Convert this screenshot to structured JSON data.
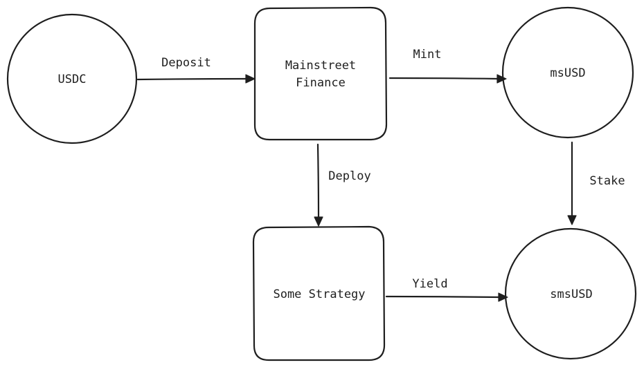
{
  "diagram": {
    "nodes": {
      "usdc": {
        "label": "USDC",
        "shape": "circle"
      },
      "mainstreet": {
        "label_line1": "Mainstreet",
        "label_line2": "Finance",
        "shape": "rounded-rect"
      },
      "msusd": {
        "label": "msUSD",
        "shape": "circle"
      },
      "strategy": {
        "label": "Some Strategy",
        "shape": "rounded-rect"
      },
      "smsusd": {
        "label": "smsUSD",
        "shape": "circle"
      }
    },
    "edges": {
      "deposit": {
        "label": "Deposit",
        "from": "USDC",
        "to": "Mainstreet Finance"
      },
      "mint": {
        "label": "Mint",
        "from": "Mainstreet Finance",
        "to": "msUSD"
      },
      "deploy": {
        "label": "Deploy",
        "from": "Mainstreet Finance",
        "to": "Some Strategy"
      },
      "stake": {
        "label": "Stake",
        "from": "msUSD",
        "to": "smsUSD"
      },
      "yield": {
        "label": "Yield",
        "from": "Some Strategy",
        "to": "smsUSD"
      }
    },
    "colors": {
      "stroke": "#1e1e1e",
      "background": "#ffffff"
    }
  }
}
